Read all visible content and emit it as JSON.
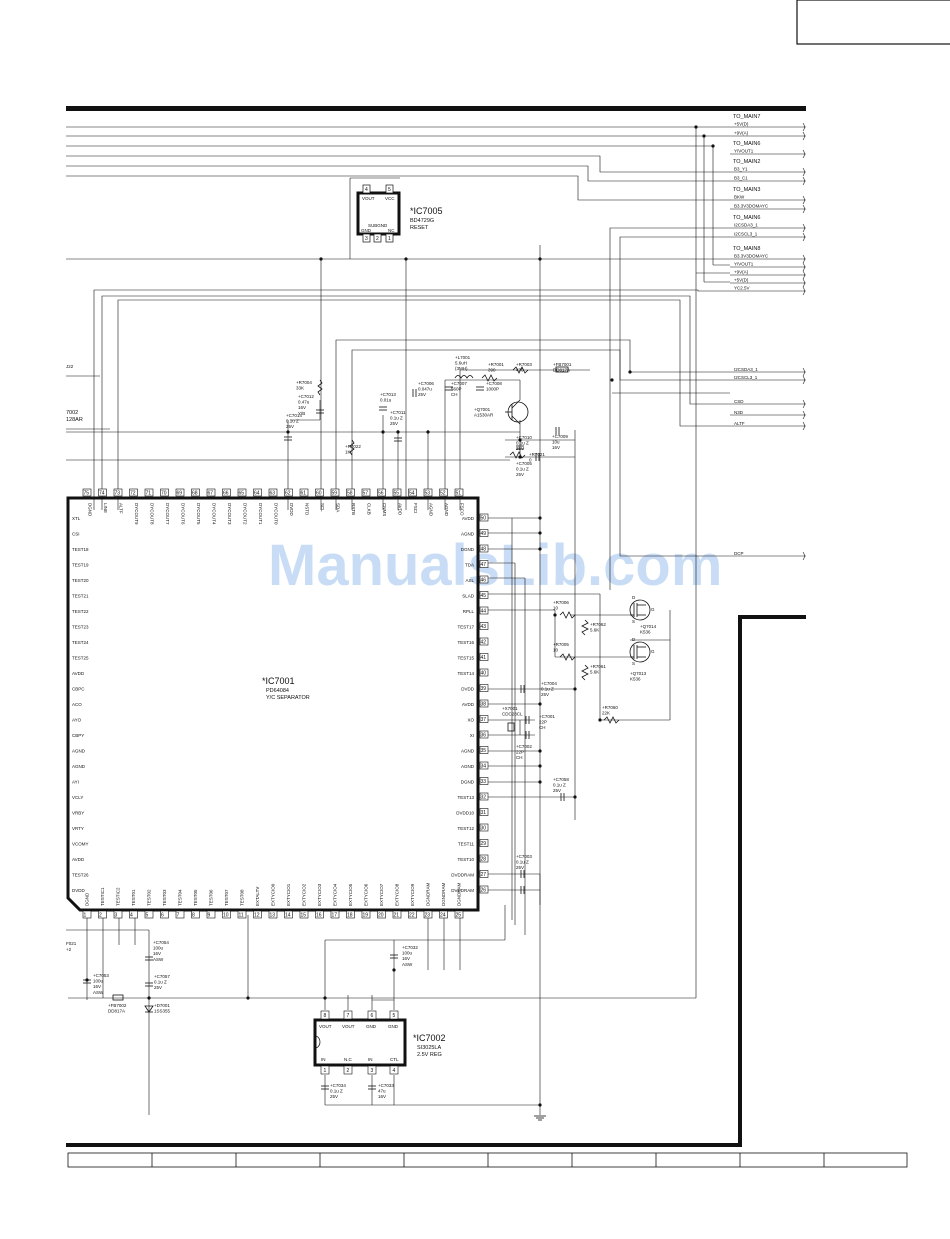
{
  "watermark": "ManualsLib.com",
  "ic7005": {
    "ref": "*IC7005",
    "part": "BD4729G",
    "func": "RESET",
    "pins": {
      "vout": "VOUT",
      "vcc": "VCC",
      "subgnd": "SUBGND",
      "gnd": "GND",
      "nc": "NC"
    },
    "nums": [
      "4",
      "5",
      "3",
      "2",
      "1"
    ]
  },
  "ic7001": {
    "ref": "*IC7001",
    "part": "PD64084",
    "func": "Y/C SEPARATOR",
    "top_pins": [
      {
        "n": "75",
        "l": "DGND"
      },
      {
        "n": "74",
        "l": "LINE"
      },
      {
        "n": "73",
        "l": "ALTF"
      },
      {
        "n": "72",
        "l": "DYCOUT9"
      },
      {
        "n": "71",
        "l": "DYCOUT8"
      },
      {
        "n": "70",
        "l": "DYCOUT7"
      },
      {
        "n": "69",
        "l": "DYCOUT6"
      },
      {
        "n": "68",
        "l": "DYCOUT5"
      },
      {
        "n": "67",
        "l": "DYCOUT4"
      },
      {
        "n": "66",
        "l": "DYCOUT3"
      },
      {
        "n": "65",
        "l": "DYCOUT2"
      },
      {
        "n": "64",
        "l": "DYCOUT1"
      },
      {
        "n": "63",
        "l": "DYCOUT0"
      },
      {
        "n": "62",
        "l": "DVDD"
      },
      {
        "n": "61",
        "l": "NSTD"
      },
      {
        "n": "60",
        "l": "SCL"
      },
      {
        "n": "59",
        "l": "SDA"
      },
      {
        "n": "58",
        "l": "RSTB"
      },
      {
        "n": "57",
        "l": "CLKB"
      },
      {
        "n": "56",
        "l": "CNMS"
      },
      {
        "n": "55",
        "l": "AVDD"
      },
      {
        "n": "54",
        "l": "FSCI"
      },
      {
        "n": "53",
        "l": "AGND"
      },
      {
        "n": "52",
        "l": "AGND"
      },
      {
        "n": "51",
        "l": "FSCO"
      }
    ],
    "left_pins": [
      "XTL",
      "CSI",
      "TEST18",
      "TEST19",
      "TEST20",
      "TEST21",
      "TEST22",
      "TEST23",
      "TEST24",
      "TEST25",
      "AVDD",
      "CBPC",
      "ACO",
      "AYO",
      "CBPY",
      "AGND",
      "AGND",
      "AYI",
      "VCLY",
      "VRBY",
      "VRTY",
      "VCOMY",
      "AVDD",
      "TEST26",
      "DVDD"
    ],
    "right_pins": [
      {
        "n": "50",
        "l": "AVDD"
      },
      {
        "n": "49",
        "l": "AGND"
      },
      {
        "n": "48",
        "l": "DGND"
      },
      {
        "n": "47",
        "l": "TDA"
      },
      {
        "n": "46",
        "l": "ASL"
      },
      {
        "n": "45",
        "l": "SLAD"
      },
      {
        "n": "44",
        "l": "RPLL"
      },
      {
        "n": "43",
        "l": "TEST17"
      },
      {
        "n": "42",
        "l": "TEST16"
      },
      {
        "n": "41",
        "l": "TEST15"
      },
      {
        "n": "40",
        "l": "TEST14"
      },
      {
        "n": "39",
        "l": "DVDD"
      },
      {
        "n": "38",
        "l": "AVDD"
      },
      {
        "n": "37",
        "l": "XO"
      },
      {
        "n": "36",
        "l": "XI"
      },
      {
        "n": "35",
        "l": "AGND"
      },
      {
        "n": "34",
        "l": "AGND"
      },
      {
        "n": "33",
        "l": "DGND"
      },
      {
        "n": "32",
        "l": "TEST13"
      },
      {
        "n": "31",
        "l": "DVDD10"
      },
      {
        "n": "30",
        "l": "TEST12"
      },
      {
        "n": "29",
        "l": "TEST11"
      },
      {
        "n": "28",
        "l": "TEST10"
      },
      {
        "n": "27",
        "l": "DVDDRAM"
      },
      {
        "n": "26",
        "l": "DVDDRAM"
      }
    ],
    "bottom_pins": [
      {
        "n": "1",
        "l": "DGND"
      },
      {
        "n": "2",
        "l": "TESTIC1"
      },
      {
        "n": "3",
        "l": "TESTIC2"
      },
      {
        "n": "4",
        "l": "TEST01"
      },
      {
        "n": "5",
        "l": "TEST02"
      },
      {
        "n": "6",
        "l": "TEST03"
      },
      {
        "n": "7",
        "l": "TEST04"
      },
      {
        "n": "8",
        "l": "TEST05"
      },
      {
        "n": "9",
        "l": "TEST06"
      },
      {
        "n": "10",
        "l": "TEST07"
      },
      {
        "n": "11",
        "l": "TEST08"
      },
      {
        "n": "12",
        "l": "EXTALTV"
      },
      {
        "n": "13",
        "l": "EXTYCIO0"
      },
      {
        "n": "14",
        "l": "EXTYCIO1"
      },
      {
        "n": "15",
        "l": "EXTYCIO2"
      },
      {
        "n": "16",
        "l": "EXTYCIO3"
      },
      {
        "n": "17",
        "l": "EXTYCIO4"
      },
      {
        "n": "18",
        "l": "EXTYCIO5"
      },
      {
        "n": "19",
        "l": "EXTYCIO6"
      },
      {
        "n": "20",
        "l": "EXTYCIO7"
      },
      {
        "n": "21",
        "l": "EXTYCIO8"
      },
      {
        "n": "22",
        "l": "EXTYCIO9"
      },
      {
        "n": "23",
        "l": "DGNDRAM"
      },
      {
        "n": "24",
        "l": "DGNDRAM"
      },
      {
        "n": "25",
        "l": "DGNDRAM"
      }
    ]
  },
  "ic7002": {
    "ref": "*IC7002",
    "part": "SI3025LA",
    "func": "2.5V REG",
    "top_pins": [
      {
        "n": "8",
        "l": "VOUT"
      },
      {
        "n": "7",
        "l": "VOUT"
      },
      {
        "n": "6",
        "l": "GND"
      },
      {
        "n": "5",
        "l": "GND"
      }
    ],
    "bottom_pins": [
      {
        "n": "1",
        "l": "IN"
      },
      {
        "n": "2",
        "l": "N.C"
      },
      {
        "n": "3",
        "l": "IN"
      },
      {
        "n": "4",
        "l": "CTL"
      }
    ]
  },
  "connectors": [
    {
      "t": "TO_MAIN7",
      "items": [
        "+5V(D)",
        "+9V(A)"
      ]
    },
    {
      "t": "TO_MAIN6",
      "items": [
        "Y/VOUT1"
      ]
    },
    {
      "t": "TO_MAIN2",
      "items": [
        "B3_Y1",
        "B3_C1"
      ]
    },
    {
      "t": "TO_MAIN3",
      "items": [
        "BKW",
        "B3.3V3DOMAYC"
      ]
    },
    {
      "t": "TO_MAIN6",
      "items": [
        "I2CSDA3_1",
        "I2CSCL3_1"
      ]
    },
    {
      "t": "TO_MAIN8",
      "items": [
        "B3.3V3DOMAYC",
        "Y/VOUT1",
        "+9V(A)",
        "+5V(D)",
        "YC2.5V"
      ]
    }
  ],
  "right_signals": [
    "I2CSDA3_1",
    "I2CSCL3_1",
    "CSD",
    "N3D",
    "ALTF",
    "DCP"
  ],
  "left_fragments": {
    "c22": "J22",
    "r7002a": "7002",
    "r7002b": "128AR",
    "f7021a": "F021",
    "f7021b": "+2"
  },
  "components": [
    {
      "id": "r7004",
      "lines": [
        "+R7004",
        "33K"
      ]
    },
    {
      "id": "c7012",
      "lines": [
        "+C7012",
        "0.47u",
        "16V",
        "Y/B"
      ]
    },
    {
      "id": "c7014",
      "lines": [
        "+C7014",
        "0.1u Z",
        "25V"
      ]
    },
    {
      "id": "r7022",
      "lines": [
        "+R7022",
        "1K"
      ]
    },
    {
      "id": "c7013",
      "lines": [
        "+C7013",
        "0.01u"
      ]
    },
    {
      "id": "c7011",
      "lines": [
        "+C7011",
        "0.1u Z",
        "25V"
      ]
    },
    {
      "id": "c7006",
      "lines": [
        "+C7006",
        "0.047u",
        "25V"
      ]
    },
    {
      "id": "l7001",
      "lines": [
        "+L7001",
        "5.6uH",
        "(3MH)"
      ]
    },
    {
      "id": "c7007",
      "lines": [
        "+C7007",
        "560P",
        "CH"
      ]
    },
    {
      "id": "r7001",
      "lines": [
        "+R7001",
        "390"
      ]
    },
    {
      "id": "c7008",
      "lines": [
        "+C7008",
        "1000P"
      ]
    },
    {
      "id": "r7003",
      "lines": [
        "+R7003",
        "470"
      ]
    },
    {
      "id": "fb7001",
      "lines": [
        "+FB7001",
        "DD817A"
      ]
    },
    {
      "id": "q7001",
      "lines": [
        "+Q7001",
        "A1530AR"
      ]
    },
    {
      "id": "c7009",
      "lines": [
        "+C7009",
        "10u",
        "16V"
      ]
    },
    {
      "id": "c7010",
      "lines": [
        "+C7010",
        "0.1u Z",
        "25V"
      ]
    },
    {
      "id": "r7021",
      "lines": [
        "+R7021",
        "0"
      ]
    },
    {
      "id": "c7005",
      "lines": [
        "+C7005",
        "0.1u Z",
        "25V"
      ]
    },
    {
      "id": "r7006",
      "lines": [
        "+R7006",
        "10"
      ]
    },
    {
      "id": "r7062",
      "lines": [
        "+R7062",
        "5.6K"
      ]
    },
    {
      "id": "q7014",
      "lines": [
        "+Q7014",
        "K536"
      ]
    },
    {
      "id": "r7005",
      "lines": [
        "+R7005",
        "10"
      ]
    },
    {
      "id": "r7061",
      "lines": [
        "+R7061",
        "5.6K"
      ]
    },
    {
      "id": "q7013",
      "lines": [
        "+Q7013",
        "K536"
      ]
    },
    {
      "id": "c7004",
      "lines": [
        "+C7004",
        "0.1u Z",
        "25V"
      ]
    },
    {
      "id": "x7001",
      "lines": [
        "+X7001",
        "CDC28CL"
      ]
    },
    {
      "id": "c7001",
      "lines": [
        "+C7001",
        "22P",
        "CH"
      ]
    },
    {
      "id": "c7002",
      "lines": [
        "+C7002",
        "22P",
        "CH"
      ]
    },
    {
      "id": "r7060",
      "lines": [
        "+R7060",
        "22K"
      ]
    },
    {
      "id": "c7058",
      "lines": [
        "+C7058",
        "0.1u Z",
        "25V"
      ]
    },
    {
      "id": "c7003",
      "lines": [
        "+C7003",
        "0.1u Z",
        "25V"
      ]
    },
    {
      "id": "c7054",
      "lines": [
        "+C7054",
        "100u",
        "16V",
        "ASW"
      ]
    },
    {
      "id": "c7053",
      "lines": [
        "+C7053",
        "100u",
        "16V",
        "ASW"
      ]
    },
    {
      "id": "c7057",
      "lines": [
        "+C7057",
        "0.1u Z",
        "25V"
      ]
    },
    {
      "id": "fb7002",
      "lines": [
        "+FB7002",
        "DD817A"
      ]
    },
    {
      "id": "d7001",
      "lines": [
        "+D7001",
        "1SS355"
      ]
    },
    {
      "id": "c7032",
      "lines": [
        "+C7032",
        "100u",
        "16V",
        "ASW"
      ]
    },
    {
      "id": "c7034",
      "lines": [
        "+C7034",
        "0.1u Z",
        "25V"
      ]
    },
    {
      "id": "c7033",
      "lines": [
        "+C7033",
        "47u",
        "16V"
      ]
    }
  ]
}
